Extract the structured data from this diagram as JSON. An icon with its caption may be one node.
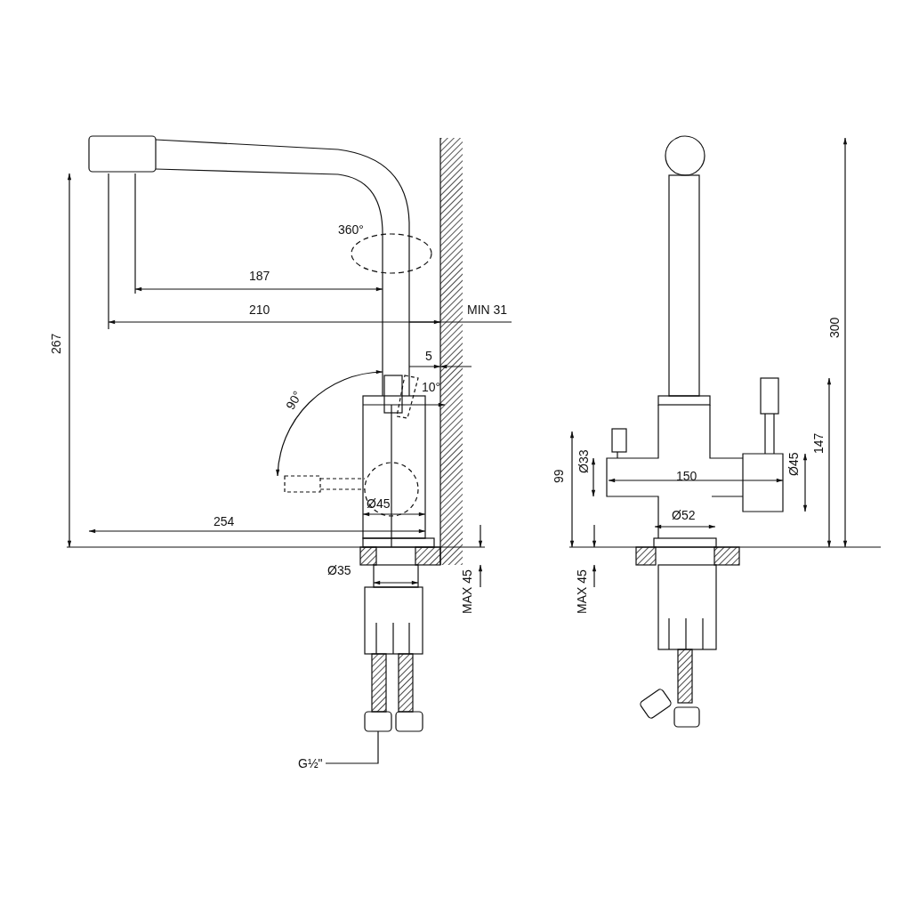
{
  "diagram": {
    "nodes": [
      {
        "text": [
          "G½\""
        ]
      },
      {
        "text": [],
        "shape": "box"
      }
    ],
    "edges": [
      {
        "from": 0,
        "to": 1,
        "arrow": "none"
      }
    ],
    "labels": [
      "360°",
      "187",
      "210",
      "MIN 31",
      "300",
      "5",
      "267",
      "90°",
      "10°",
      "147",
      "150",
      "Ø33",
      "99",
      "Ø45",
      "Ø45",
      "Ø52",
      "254",
      "Ø35",
      "MAX 45",
      "MAX 45"
    ]
  }
}
